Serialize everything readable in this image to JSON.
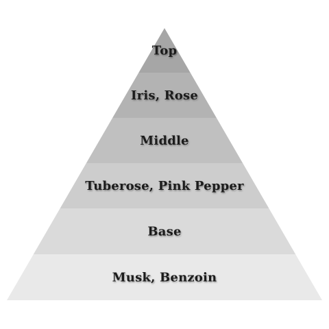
{
  "pyramid": {
    "tiers": [
      {
        "label": "Top",
        "color": "#a6a6a6"
      },
      {
        "label": "Iris, Rose",
        "color": "#b3b3b3"
      },
      {
        "label": "Middle",
        "color": "#c0c0c0"
      },
      {
        "label": "Tuberose, Pink Pepper",
        "color": "#cdcdcd"
      },
      {
        "label": "Base",
        "color": "#dadada"
      },
      {
        "label": "Musk, Benzoin",
        "color": "#e9e9e9"
      }
    ]
  }
}
